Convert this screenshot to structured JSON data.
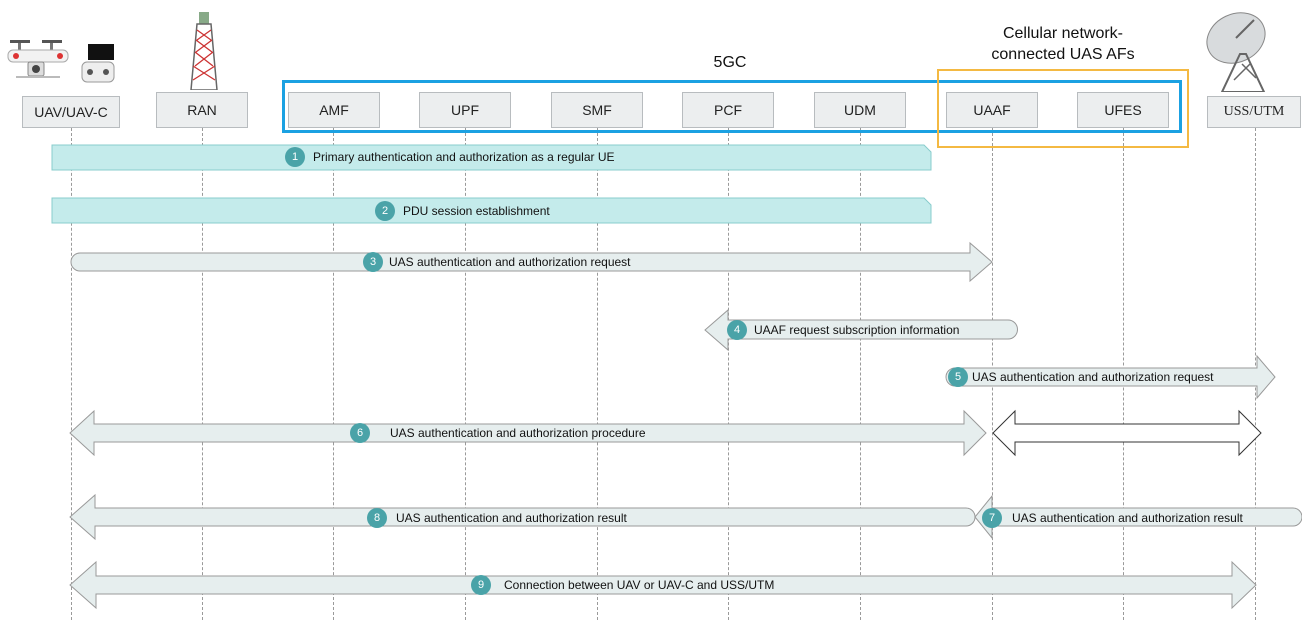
{
  "group_5gc": {
    "label": "5GC",
    "color": "#1ba1e2"
  },
  "group_uas_afs": {
    "label_line1": "Cellular network-",
    "label_line2": "connected UAS AFs",
    "color": "#f4b942"
  },
  "nodes": [
    {
      "id": "uav",
      "label": "UAV/UAV-C"
    },
    {
      "id": "ran",
      "label": "RAN"
    },
    {
      "id": "amf",
      "label": "AMF"
    },
    {
      "id": "upf",
      "label": "UPF"
    },
    {
      "id": "smf",
      "label": "SMF"
    },
    {
      "id": "pcf",
      "label": "PCF"
    },
    {
      "id": "udm",
      "label": "UDM"
    },
    {
      "id": "uaaf",
      "label": "UAAF"
    },
    {
      "id": "ufes",
      "label": "UFES"
    },
    {
      "id": "uss",
      "label": "USS/UTM"
    }
  ],
  "messages": [
    {
      "step": "1",
      "text": "Primary authentication and authorization as a regular UE",
      "kind": "note",
      "from": "uav",
      "to": "udm"
    },
    {
      "step": "2",
      "text": "PDU session establishment",
      "kind": "note",
      "from": "uav",
      "to": "udm"
    },
    {
      "step": "3",
      "text": "UAS authentication and authorization request",
      "kind": "right",
      "from": "uav",
      "to": "uaaf"
    },
    {
      "step": "4",
      "text": "UAAF request subscription information",
      "kind": "left",
      "from": "uaaf",
      "to": "pcf"
    },
    {
      "step": "5",
      "text": "UAS authentication and authorization request",
      "kind": "right",
      "from": "uaaf",
      "to": "uss"
    },
    {
      "step": "6",
      "text": "UAS authentication and authorization procedure",
      "kind": "both",
      "from": "uav",
      "to": "uaaf"
    },
    {
      "step": "",
      "text": "",
      "kind": "both",
      "from": "uaaf",
      "to": "uss"
    },
    {
      "step": "8",
      "text": "UAS authentication and authorization result",
      "kind": "left",
      "from": "uaaf",
      "to": "uav"
    },
    {
      "step": "7",
      "text": "UAS authentication and authorization result",
      "kind": "left",
      "from": "uss",
      "to": "uaaf"
    },
    {
      "step": "9",
      "text": "Connection between UAV or UAV-C and USS/UTM",
      "kind": "both",
      "from": "uav",
      "to": "uss"
    }
  ]
}
